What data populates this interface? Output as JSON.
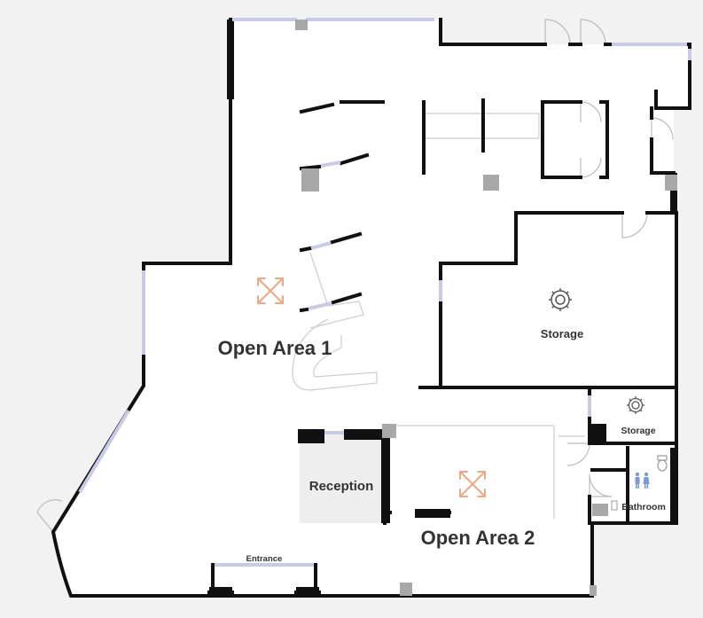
{
  "floorplan": {
    "rooms": {
      "open_area_1": "Open Area 1",
      "open_area_2": "Open Area 2",
      "reception": "Reception",
      "storage_main": "Storage",
      "storage_small": "Storage",
      "bathroom": "Bathroom",
      "entrance": "Entrance"
    },
    "icons": {
      "open_area_1": "expand-arrows-icon",
      "open_area_2": "expand-arrows-icon",
      "storage_main": "gear-icon",
      "storage_small": "gear-icon",
      "bathroom": "restroom-icon"
    },
    "colors": {
      "wall": "#111111",
      "floor": "#ffffff",
      "outside": "#f2f2f2",
      "reception_floor": "#eeeeee",
      "column": "#a8a8a8",
      "window": "#c8cbe6",
      "expand_icon": "#f0a884",
      "bathroom_icon": "#7a9ad0",
      "gear_icon": "#555555",
      "label": "#333333"
    }
  }
}
